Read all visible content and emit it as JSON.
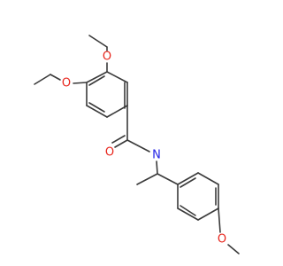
{
  "molecule": {
    "atoms": {
      "o_ethoxy_top": {
        "symbol": "O",
        "color": "#e8251c"
      },
      "o_ethoxy_left": {
        "symbol": "O",
        "color": "#e8251c"
      },
      "o_carbonyl": {
        "symbol": "O",
        "color": "#e8251c"
      },
      "n_amide": {
        "symbol": "N",
        "color": "#2323e6"
      },
      "o_methoxy": {
        "symbol": "O",
        "color": "#e8251c"
      }
    },
    "colors": {
      "bond": "#3a3a3a",
      "background": "#ffffff"
    }
  }
}
